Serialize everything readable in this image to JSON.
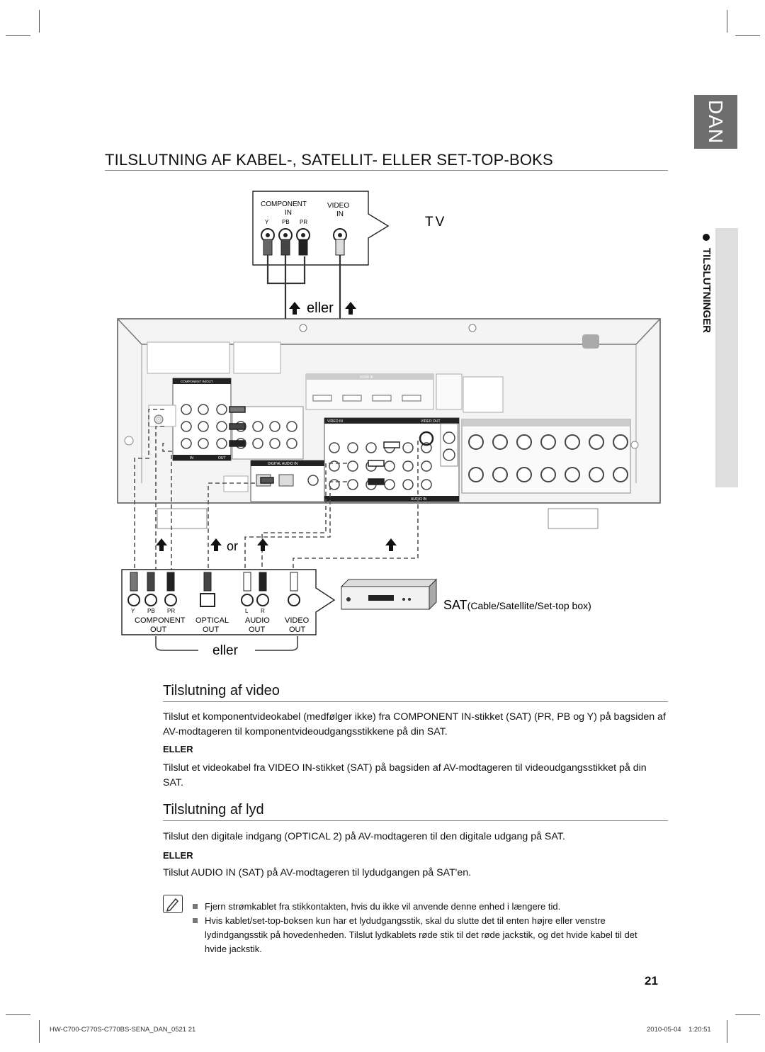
{
  "side_tab": "DAN",
  "side_section": "TILSLUTNINGER",
  "title": "TILSLUTNING AF KABEL-, SATELLIT- ELLER SET-TOP-BOKS",
  "diagram": {
    "tv_label": "TV",
    "tv_component": "COMPONENT",
    "tv_component_in": "IN",
    "tv_video": "VIDEO",
    "tv_video_in": "IN",
    "tv_y": "Y",
    "tv_pb": "PB",
    "tv_pr": "PR",
    "eller_top": "eller",
    "or_mid": "or",
    "eller_bottom": "eller",
    "sat_label": "SAT",
    "sat_sub": "(Cable/Satellite/Set-top box)",
    "out_y": "Y",
    "out_pb": "PB",
    "out_pr": "PR",
    "out_l": "L",
    "out_r": "R",
    "out_component": "COMPONENT",
    "out_optical": "OPTICAL",
    "out_audio": "AUDIO",
    "out_video": "VIDEO",
    "out_word": "OUT",
    "panel_component_inout": "COMPONENT IN/OUT",
    "panel_in": "IN",
    "panel_out": "OUT",
    "panel_digital_audio_in": "DIGITAL AUDIO IN",
    "panel_hdmi_in": "HDMI IN",
    "panel_video_in": "VIDEO IN",
    "panel_video_out": "VIDEO OUT",
    "panel_audio_in": "AUDIO IN"
  },
  "section_video": {
    "heading": "Tilslutning af video",
    "para1": "Tilslut et komponentvideokabel (medfølger ikke) fra COMPONENT IN-stikket (SAT) (PR, PB og Y) på bagsiden af AV-modtageren til komponentvideoudgangsstikkene på din SAT.",
    "or_label": "ELLER",
    "para2": "Tilslut et videokabel fra VIDEO IN-stikket (SAT) på bagsiden af AV-modtageren til videoudgangsstikket på din SAT."
  },
  "section_audio": {
    "heading": "Tilslutning af lyd",
    "para1": "Tilslut den digitale indgang (OPTICAL 2) på AV-modtageren til den digitale udgang på SAT.",
    "or_label": "ELLER",
    "para2": "Tilslut AUDIO IN (SAT) på AV-modtageren til lydudgangen på SAT'en."
  },
  "notes": [
    "Fjern strømkablet fra stikkontakten, hvis du ikke vil anvende denne enhed i længere tid.",
    "Hvis kablet/set-top-boksen kun har et lydudgangsstik, skal du slutte det til enten højre eller venstre lydindgangsstik på hovedenheden. Tilslut lydkablets røde stik til det røde jackstik, og det hvide kabel til det hvide jackstik."
  ],
  "page_number": "21",
  "footer": {
    "left": "HW-C700-C770S-C770BS-SENA_DAN_0521   21",
    "date": "2010-05-04",
    "time": "1:20:51"
  }
}
